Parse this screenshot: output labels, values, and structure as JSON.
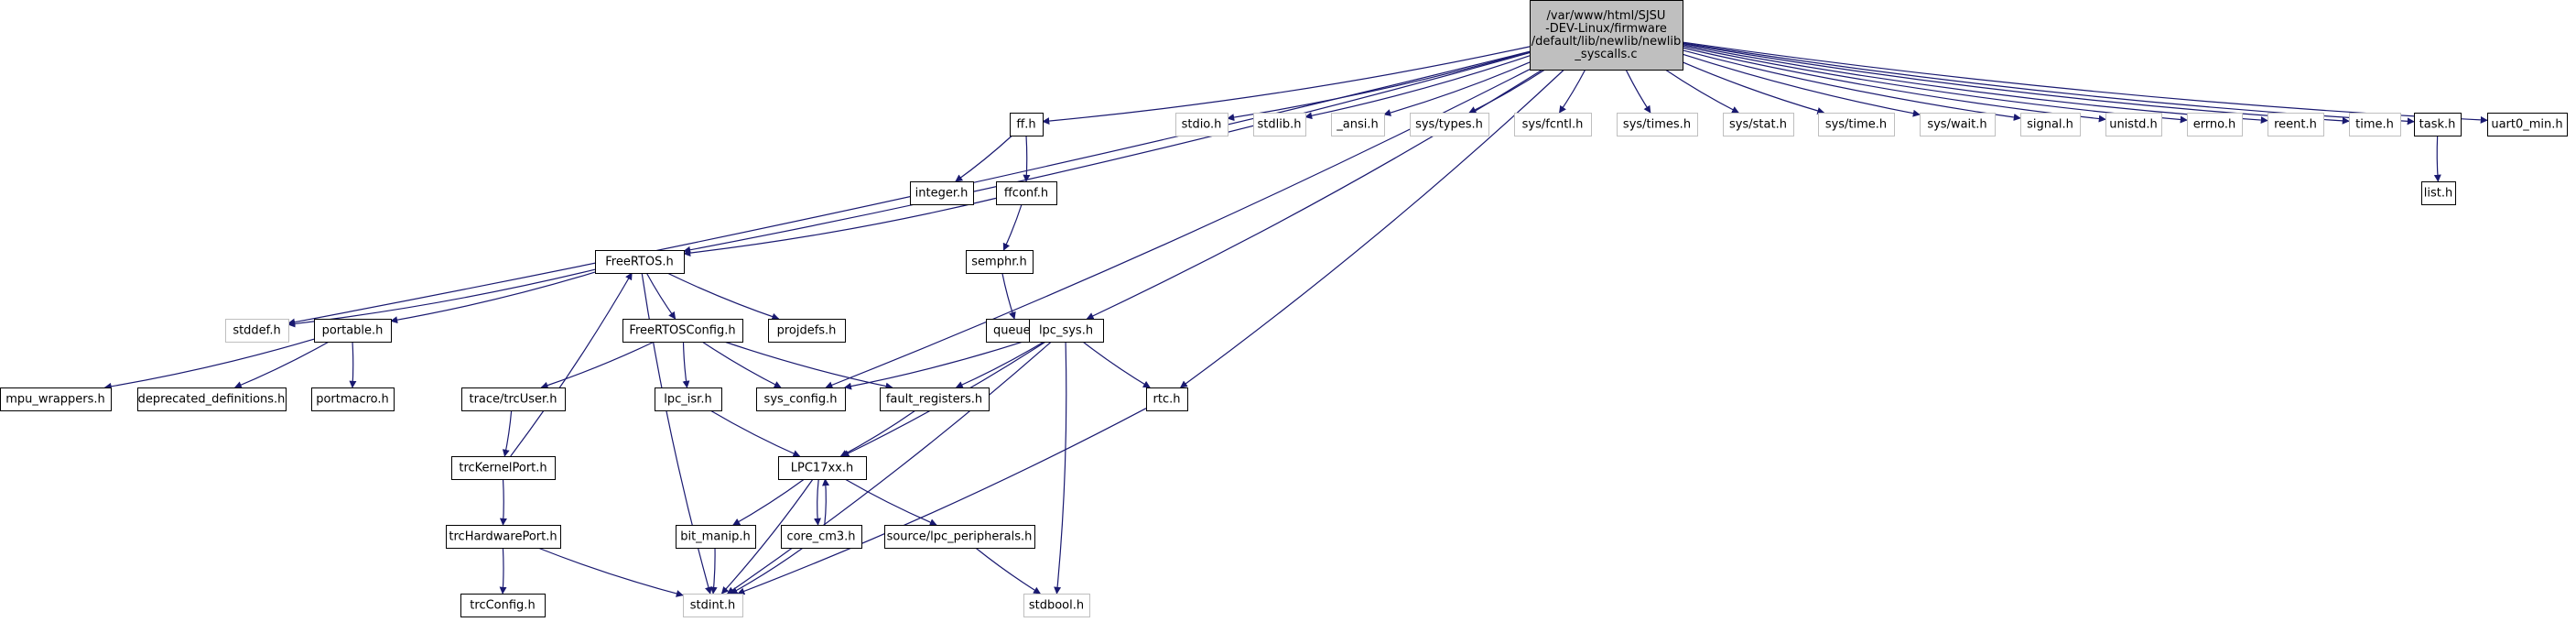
{
  "root": {
    "label_lines": [
      "/var/www/html/SJSU",
      "-DEV-Linux/firmware",
      "/default/lib/newlib/newlib",
      "_syscalls.c"
    ]
  },
  "nodes": [
    {
      "id": "ff_h",
      "label": "ff.h",
      "style": "box"
    },
    {
      "id": "stdio_h",
      "label": "stdio.h",
      "style": "missing"
    },
    {
      "id": "stdlib_h",
      "label": "stdlib.h",
      "style": "missing"
    },
    {
      "id": "ansi_h",
      "label": "_ansi.h",
      "style": "missing"
    },
    {
      "id": "sys_types_h",
      "label": "sys/types.h",
      "style": "missing"
    },
    {
      "id": "sys_fcntl_h",
      "label": "sys/fcntl.h",
      "style": "missing"
    },
    {
      "id": "sys_times_h",
      "label": "sys/times.h",
      "style": "missing"
    },
    {
      "id": "sys_stat_h",
      "label": "sys/stat.h",
      "style": "missing"
    },
    {
      "id": "sys_time_h",
      "label": "sys/time.h",
      "style": "missing"
    },
    {
      "id": "sys_wait_h",
      "label": "sys/wait.h",
      "style": "missing"
    },
    {
      "id": "signal_h",
      "label": "signal.h",
      "style": "missing"
    },
    {
      "id": "unistd_h",
      "label": "unistd.h",
      "style": "missing"
    },
    {
      "id": "errno_h",
      "label": "errno.h",
      "style": "missing"
    },
    {
      "id": "reent_h",
      "label": "reent.h",
      "style": "missing"
    },
    {
      "id": "time_h",
      "label": "time.h",
      "style": "missing"
    },
    {
      "id": "task_h",
      "label": "task.h",
      "style": "box"
    },
    {
      "id": "uart0_min_h",
      "label": "uart0_min.h",
      "style": "box"
    },
    {
      "id": "integer_h",
      "label": "integer.h",
      "style": "box"
    },
    {
      "id": "ffconf_h",
      "label": "ffconf.h",
      "style": "box"
    },
    {
      "id": "list_h",
      "label": "list.h",
      "style": "box"
    },
    {
      "id": "freertos_h",
      "label": "FreeRTOS.h",
      "style": "box"
    },
    {
      "id": "semphr_h",
      "label": "semphr.h",
      "style": "box"
    },
    {
      "id": "stddef_h",
      "label": "stddef.h",
      "style": "missing"
    },
    {
      "id": "portable_h",
      "label": "portable.h",
      "style": "box"
    },
    {
      "id": "freertosconfig_h",
      "label": "FreeRTOSConfig.h",
      "style": "box"
    },
    {
      "id": "projdefs_h",
      "label": "projdefs.h",
      "style": "box"
    },
    {
      "id": "queue_h",
      "label": "queue.h",
      "style": "box"
    },
    {
      "id": "lpc_sys_h",
      "label": "lpc_sys.h",
      "style": "box"
    },
    {
      "id": "mpu_wrappers_h",
      "label": "mpu_wrappers.h",
      "style": "box"
    },
    {
      "id": "deprecated_definitions_h",
      "label": "deprecated_definitions.h",
      "style": "box"
    },
    {
      "id": "portmacro_h",
      "label": "portmacro.h",
      "style": "box"
    },
    {
      "id": "trcuser_h",
      "label": "trace/trcUser.h",
      "style": "box"
    },
    {
      "id": "lpc_isr_h",
      "label": "lpc_isr.h",
      "style": "box"
    },
    {
      "id": "sys_config_h",
      "label": "sys_config.h",
      "style": "box"
    },
    {
      "id": "fault_registers_h",
      "label": "fault_registers.h",
      "style": "box"
    },
    {
      "id": "rtc_h",
      "label": "rtc.h",
      "style": "box"
    },
    {
      "id": "trckernelport_h",
      "label": "trcKernelPort.h",
      "style": "box"
    },
    {
      "id": "lpc17xx_h",
      "label": "LPC17xx.h",
      "style": "box"
    },
    {
      "id": "trchardwareport_h",
      "label": "trcHardwarePort.h",
      "style": "box"
    },
    {
      "id": "bit_manip_h",
      "label": "bit_manip.h",
      "style": "box"
    },
    {
      "id": "core_cm3_h",
      "label": "core_cm3.h",
      "style": "box"
    },
    {
      "id": "lpc_peripherals_h",
      "label": "source/lpc_peripherals.h",
      "style": "box"
    },
    {
      "id": "trcconfig_h",
      "label": "trcConfig.h",
      "style": "box"
    },
    {
      "id": "stdint_h",
      "label": "stdint.h",
      "style": "missing"
    },
    {
      "id": "stdbool_h",
      "label": "stdbool.h",
      "style": "missing"
    }
  ],
  "edges": [
    [
      "root",
      "ff_h"
    ],
    [
      "root",
      "stdio_h"
    ],
    [
      "root",
      "stdlib_h"
    ],
    [
      "root",
      "ansi_h"
    ],
    [
      "root",
      "sys_types_h"
    ],
    [
      "root",
      "sys_fcntl_h"
    ],
    [
      "root",
      "sys_times_h"
    ],
    [
      "root",
      "sys_stat_h"
    ],
    [
      "root",
      "sys_time_h"
    ],
    [
      "root",
      "sys_wait_h"
    ],
    [
      "root",
      "signal_h"
    ],
    [
      "root",
      "unistd_h"
    ],
    [
      "root",
      "errno_h"
    ],
    [
      "root",
      "reent_h"
    ],
    [
      "root",
      "time_h"
    ],
    [
      "root",
      "task_h"
    ],
    [
      "root",
      "uart0_min_h"
    ],
    [
      "root",
      "freertos_h"
    ],
    [
      "root",
      "stddef_h"
    ],
    [
      "root",
      "sys_config_h"
    ],
    [
      "root",
      "lpc_sys_h"
    ],
    [
      "root",
      "rtc_h"
    ],
    [
      "ff_h",
      "integer_h"
    ],
    [
      "ff_h",
      "ffconf_h"
    ],
    [
      "ffconf_h",
      "freertos_h"
    ],
    [
      "ffconf_h",
      "semphr_h"
    ],
    [
      "semphr_h",
      "queue_h"
    ],
    [
      "task_h",
      "list_h"
    ],
    [
      "freertos_h",
      "stddef_h"
    ],
    [
      "freertos_h",
      "portable_h"
    ],
    [
      "freertos_h",
      "freertosconfig_h"
    ],
    [
      "freertos_h",
      "projdefs_h"
    ],
    [
      "freertos_h",
      "stdint_h"
    ],
    [
      "portable_h",
      "mpu_wrappers_h"
    ],
    [
      "portable_h",
      "deprecated_definitions_h"
    ],
    [
      "portable_h",
      "portmacro_h"
    ],
    [
      "freertosconfig_h",
      "trcuser_h"
    ],
    [
      "freertosconfig_h",
      "lpc_isr_h"
    ],
    [
      "freertosconfig_h",
      "sys_config_h"
    ],
    [
      "freertosconfig_h",
      "fault_registers_h"
    ],
    [
      "trcuser_h",
      "trckernelport_h"
    ],
    [
      "trckernelport_h",
      "freertos_h"
    ],
    [
      "trckernelport_h",
      "trchardwareport_h"
    ],
    [
      "trchardwareport_h",
      "trcconfig_h"
    ],
    [
      "trchardwareport_h",
      "stdint_h"
    ],
    [
      "lpc_isr_h",
      "lpc17xx_h"
    ],
    [
      "lpc_sys_h",
      "sys_config_h"
    ],
    [
      "lpc_sys_h",
      "fault_registers_h"
    ],
    [
      "lpc_sys_h",
      "rtc_h"
    ],
    [
      "lpc_sys_h",
      "lpc17xx_h"
    ],
    [
      "lpc_sys_h",
      "stdint_h"
    ],
    [
      "lpc_sys_h",
      "stdbool_h"
    ],
    [
      "fault_registers_h",
      "lpc17xx_h"
    ],
    [
      "rtc_h",
      "stdint_h"
    ],
    [
      "lpc17xx_h",
      "bit_manip_h"
    ],
    [
      "lpc17xx_h",
      "core_cm3_h"
    ],
    [
      "lpc17xx_h",
      "lpc_peripherals_h"
    ],
    [
      "lpc17xx_h",
      "stdint_h"
    ],
    [
      "core_cm3_h",
      "lpc17xx_h"
    ],
    [
      "core_cm3_h",
      "stdint_h"
    ],
    [
      "bit_manip_h",
      "stdint_h"
    ],
    [
      "lpc_peripherals_h",
      "stdbool_h"
    ]
  ],
  "colors": {
    "edge": "#191970",
    "box_border": "#000000",
    "missing_border": "#bfbfbf",
    "root_fill": "#bfbfbf",
    "node_fill": "#ffffff"
  }
}
